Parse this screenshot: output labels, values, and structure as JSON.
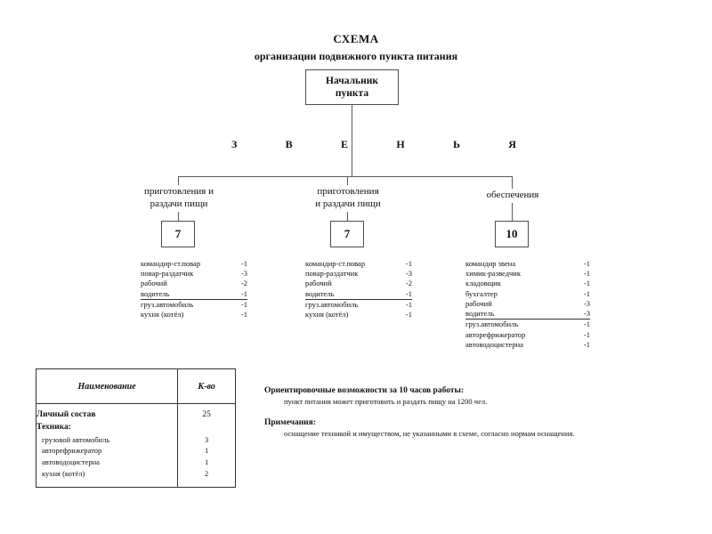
{
  "title": {
    "main": "СХЕМА",
    "sub": "организации подвижного пункта питания"
  },
  "chief_box": {
    "line1": "Начальник",
    "line2": "пункта"
  },
  "zvenya_letters": [
    "З",
    "В",
    "Е",
    "Н",
    "Ь",
    "Я"
  ],
  "branches": [
    {
      "caption_line1": "приготовления и",
      "caption_line2": "раздачи пищи",
      "count": "7",
      "staff": [
        {
          "name": "командир-ст.повар",
          "qty": "-1",
          "underline": false
        },
        {
          "name": "повар-раздатчик",
          "qty": "-3",
          "underline": false
        },
        {
          "name": "рабочий",
          "qty": "-2",
          "underline": false
        },
        {
          "name": "водитель",
          "qty": "-1",
          "underline": true
        },
        {
          "name": "груз.автомобиль",
          "qty": "-1",
          "underline": false
        },
        {
          "name": "кухня (котёл)",
          "qty": "-1",
          "underline": false
        }
      ]
    },
    {
      "caption_line1": "приготовления",
      "caption_line2": "и раздачи пищи",
      "count": "7",
      "staff": [
        {
          "name": "командир-ст.повар",
          "qty": "-1",
          "underline": false
        },
        {
          "name": "повар-раздатчик",
          "qty": "-3",
          "underline": false
        },
        {
          "name": "рабочий",
          "qty": "-2",
          "underline": false
        },
        {
          "name": "водитель",
          "qty": "-1",
          "underline": true
        },
        {
          "name": "груз.автомобиль",
          "qty": "-1",
          "underline": false
        },
        {
          "name": "кухня (котёл)",
          "qty": "-1",
          "underline": false
        }
      ]
    },
    {
      "caption_line1": "обеспечения",
      "caption_line2": "",
      "count": "10",
      "staff": [
        {
          "name": "командир звена",
          "qty": "-1",
          "underline": false
        },
        {
          "name": "химик-разведчик",
          "qty": "-1",
          "underline": false
        },
        {
          "name": "кладовщик",
          "qty": "-1",
          "underline": false
        },
        {
          "name": "бухгалтер",
          "qty": "-1",
          "underline": false
        },
        {
          "name": "рабочий",
          "qty": "-3",
          "underline": false
        },
        {
          "name": "водитель",
          "qty": "-3",
          "underline": true
        },
        {
          "name": "груз.автомобиль",
          "qty": "-1",
          "underline": false
        },
        {
          "name": "авторефрижератор",
          "qty": "-1",
          "underline": false
        },
        {
          "name": "автоводоцистерна",
          "qty": "-1",
          "underline": false
        }
      ]
    }
  ],
  "table": {
    "headers": [
      "Наименование",
      "К-во"
    ],
    "rows": [
      {
        "name": "Личный состав",
        "qty": "25",
        "style": "strong"
      },
      {
        "name": "Техника:",
        "qty": "",
        "style": "strong"
      },
      {
        "name": "грузовой автомобиль",
        "qty": "3",
        "style": "norm"
      },
      {
        "name": "авторефрижератор",
        "qty": "1",
        "style": "norm"
      },
      {
        "name": "автоводоцистерна",
        "qty": "1",
        "style": "norm"
      },
      {
        "name": "кухня (котёл)",
        "qty": "2",
        "style": "norm"
      }
    ]
  },
  "notes": {
    "capabilities_heading": "Ориентировочные возможности за 10 часов работы:",
    "capabilities_text": "пункт питания может приготовить и раздать пищу на 1200 чел.",
    "remarks_heading": "Примечания:",
    "remarks_text": "оснащение техникой и имуществом, не указанными в схеме, согласно нормам оснащения."
  },
  "colors": {
    "line": "#5a5a5a",
    "box_border": "#4c4c4c",
    "text": "#111111"
  }
}
